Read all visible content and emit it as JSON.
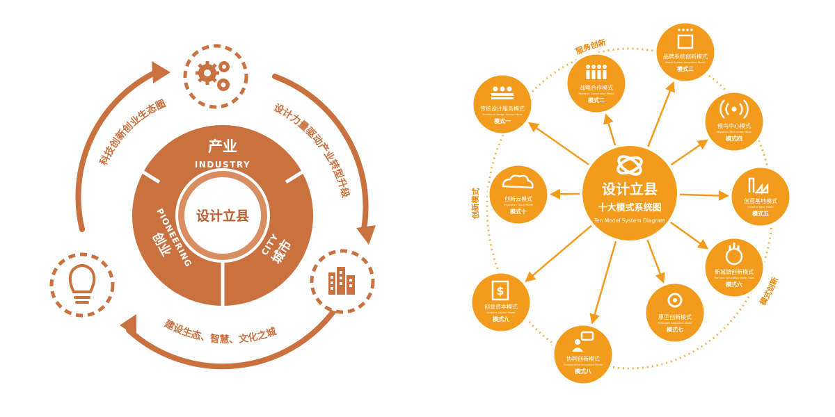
{
  "colors": {
    "left_primary": "#C9713F",
    "left_dark": "#B65F31",
    "left_light": "#D48A5C",
    "right_primary": "#F39B1C",
    "right_light": "#F6B451",
    "right_dark": "#E88A10"
  },
  "left": {
    "segment_top_cn": "产业",
    "segment_top_en": "INDUSTRY",
    "segment_left_en": "PIONEERING",
    "segment_left_cn": "创业",
    "segment_right_en": "CITY",
    "segment_right_cn": "城市",
    "center": "设计立县",
    "arc_right": "设计力量驱动产业转型升级",
    "arc_left": "科技创新创业生态圈",
    "arc_bottom": "建设生态、智慧、文化之城",
    "icon_gears": "gears-icon",
    "icon_bulb": "lightbulb-icon",
    "icon_city": "buildings-icon"
  },
  "right": {
    "center_title": "设计立县",
    "center_subtitle": "十大模式系统图",
    "center_en": "Ten Model System Diagram",
    "arc_top": "服务创新",
    "arc_left": "创新模式",
    "arc_right": "模式创新",
    "models": [
      {
        "cn": "传统设计服务模式",
        "en": "Traditional Design Service Mode",
        "num": "模式一",
        "icon": "team-icon"
      },
      {
        "cn": "战略合作模式",
        "en": "Strategic Cooperation Model",
        "num": "模式二",
        "icon": "people-group-icon"
      },
      {
        "cn": "品牌系统创新模式",
        "en": "Brand System Innovation Model",
        "num": "模式三",
        "icon": "box-icon"
      },
      {
        "cn": "候鸟中心模式",
        "en": "Migratory Bird Center Mode",
        "num": "模式四",
        "icon": "signal-icon"
      },
      {
        "cn": "创意基地模式",
        "en": "Creative Base Model",
        "num": "模式五",
        "icon": "factory-icon"
      },
      {
        "cn": "新城镇创新模式",
        "en": "The New Innovation Model Town",
        "num": "模式六",
        "icon": "globe-city-icon"
      },
      {
        "cn": "原型创新模式",
        "en": "Prototype Innovation Model",
        "num": "模式七",
        "icon": "gear-arrows-icon"
      },
      {
        "cn": "协同创新模式",
        "en": "Collaborative Innovation Model",
        "num": "模式八",
        "icon": "chat-people-icon"
      },
      {
        "cn": "创意资本模式",
        "en": "Creative Capital Model",
        "num": "模式九",
        "icon": "money-icon"
      },
      {
        "cn": "创新云模式",
        "en": "Innovative Cloud Model",
        "num": "模式十",
        "icon": "cloud-icon"
      }
    ]
  }
}
